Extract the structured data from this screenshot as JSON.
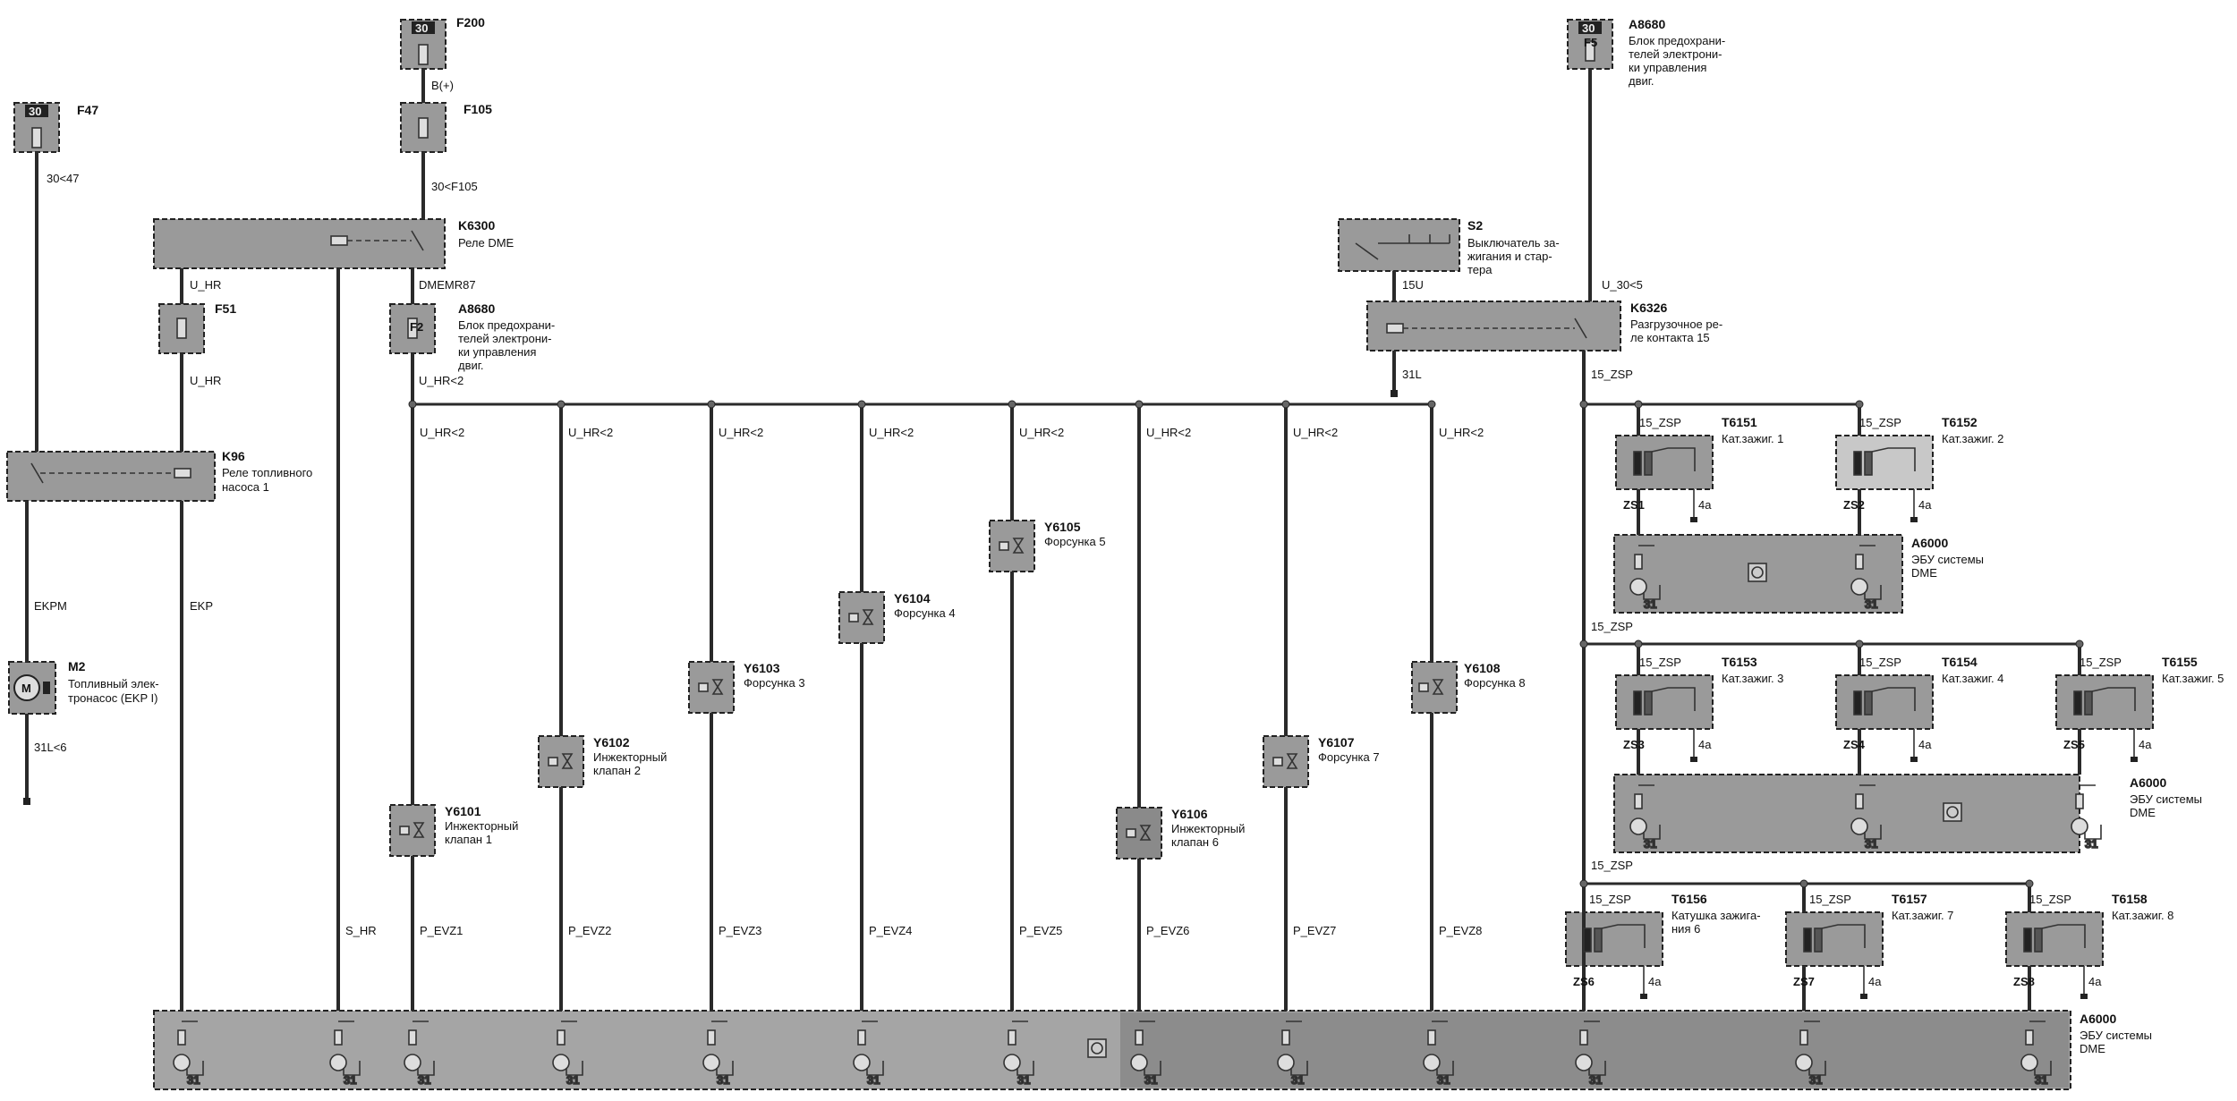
{
  "labels": {
    "f47": "F47",
    "f200": "F200",
    "f105": "F105",
    "f51": "F51",
    "k6300": "K6300",
    "k6300_desc": "Реле DME",
    "k96": "K96",
    "k96_desc1": "Реле топливного",
    "k96_desc2": "насоса 1",
    "m2": "M2",
    "m2_desc1": "Топливный элек-",
    "m2_desc2": "тронасос (EKP I)",
    "a8680": "A8680",
    "a8680_desc1": "Блок предохрани-",
    "a8680_desc2": "телей электрони-",
    "a8680_desc3": "ки управления",
    "a8680_desc4": "двиг.",
    "f2": "F2",
    "f5": "F5",
    "s2": "S2",
    "s2_desc1": "Выключатель за-",
    "s2_desc2": "жигания и стар-",
    "s2_desc3": "тера",
    "k6326": "K6326",
    "k6326_desc1": "Разгрузочное ре-",
    "k6326_desc2": "ле контакта 15",
    "a6000": "A6000",
    "a6000_desc1": "ЭБУ системы",
    "a6000_desc2": "DME",
    "pin30": "30",
    "pin31": "31",
    "pin4a": "4a"
  },
  "wires": {
    "w30_47": "30<47",
    "b_plus": "B(+)",
    "w30_f105": "30<F105",
    "u_hr": "U_HR",
    "dmemr87": "DMEMR87",
    "u_hr2": "U_HR<2",
    "ekpm": "EKPM",
    "ekp": "EKP",
    "w31l6": "31L<6",
    "s_hr": "S_HR",
    "w15u": "15U",
    "w31l": "31L",
    "u_30_5": "U_30<5",
    "zsp15": "15_ZSP"
  },
  "injectors": [
    {
      "id": "Y6101",
      "d1": "Инжекторный",
      "d2": "клапан 1",
      "wire": "P_EVZ1"
    },
    {
      "id": "Y6102",
      "d1": "Инжекторный",
      "d2": "клапан 2",
      "wire": "P_EVZ2"
    },
    {
      "id": "Y6103",
      "d1": "Форсунка 3",
      "d2": "",
      "wire": "P_EVZ3"
    },
    {
      "id": "Y6104",
      "d1": "Форсунка 4",
      "d2": "",
      "wire": "P_EVZ4"
    },
    {
      "id": "Y6105",
      "d1": "Форсунка 5",
      "d2": "",
      "wire": "P_EVZ5"
    },
    {
      "id": "Y6106",
      "d1": "Инжекторный",
      "d2": "клапан 6",
      "wire": "P_EVZ6"
    },
    {
      "id": "Y6107",
      "d1": "Форсунка 7",
      "d2": "",
      "wire": "P_EVZ7"
    },
    {
      "id": "Y6108",
      "d1": "Форсунка 8",
      "d2": "",
      "wire": "P_EVZ8"
    }
  ],
  "coils": [
    {
      "id": "T6151",
      "d1": "Кат.зажиг. 1",
      "d2": "",
      "zs": "ZS1"
    },
    {
      "id": "T6152",
      "d1": "Кат.зажиг. 2",
      "d2": "",
      "zs": "ZS2"
    },
    {
      "id": "T6153",
      "d1": "Кат.зажиг. 3",
      "d2": "",
      "zs": "ZS3"
    },
    {
      "id": "T6154",
      "d1": "Кат.зажиг. 4",
      "d2": "",
      "zs": "ZS4"
    },
    {
      "id": "T6155",
      "d1": "Кат.зажиг. 5",
      "d2": "",
      "zs": "ZS5"
    },
    {
      "id": "T6156",
      "d1": "Катушка зажига-",
      "d2": "ния 6",
      "zs": "ZS6"
    },
    {
      "id": "T6157",
      "d1": "Кат.зажиг. 7",
      "d2": "",
      "zs": "ZS7"
    },
    {
      "id": "T6158",
      "d1": "Кат.зажиг. 8",
      "d2": "",
      "zs": "ZS8"
    }
  ]
}
